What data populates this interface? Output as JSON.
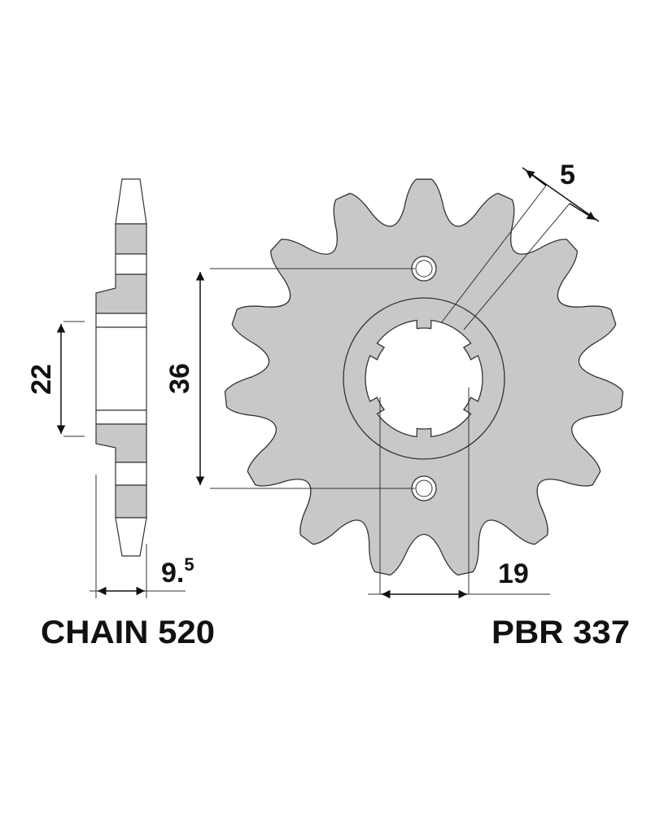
{
  "part": {
    "chain_label": "CHAIN 520",
    "part_number": "PBR 337",
    "teeth": 15
  },
  "dimensions": {
    "spline_width": "5",
    "bolt_spacing": "36",
    "hub_width": "22",
    "thickness_main": "9.",
    "thickness_sup": "5",
    "bore": "19"
  },
  "colors": {
    "fill": "#c8c8c8",
    "stroke": "#333333"
  }
}
